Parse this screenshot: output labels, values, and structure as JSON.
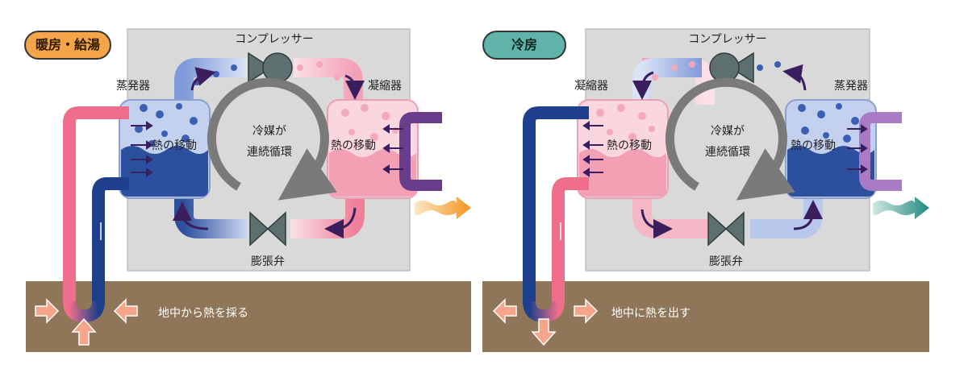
{
  "panels": [
    {
      "mode_label": "暖房・給湯",
      "compressor": "コンプレッサー",
      "left_exchanger": "蒸発器",
      "right_exchanger": "凝縮器",
      "heat_move_left": "熱の移動",
      "heat_move_right": "熱の移動",
      "cycle_line1": "冷媒が",
      "cycle_line2": "連続循環",
      "valve": "膨張弁",
      "ground_text": "地中から熱を採る"
    },
    {
      "mode_label": "冷房",
      "compressor": "コンプレッサー",
      "left_exchanger": "凝縮器",
      "right_exchanger": "蒸発器",
      "heat_move_left": "熱の移動",
      "heat_move_right": "熱の移動",
      "cycle_line1": "冷媒が",
      "cycle_line2": "連続循環",
      "valve": "膨張弁",
      "ground_text": "地中に熱を出す"
    }
  ],
  "colors": {
    "heating_badge": "#f5a44a",
    "cooling_badge": "#5fb3a8",
    "ground": "#8f7658",
    "box": "#d9d9d9",
    "hot_pipe": "#ef6e8c",
    "cold_pipe": "#1d3f8c",
    "arrow": "#3a1e5e"
  },
  "icons": [
    "compressor-icon",
    "expansion-valve-icon",
    "cycle-arrow-icon",
    "heat-output-wave-icon",
    "cool-output-wave-icon",
    "ground-heat-arrow-icon"
  ]
}
